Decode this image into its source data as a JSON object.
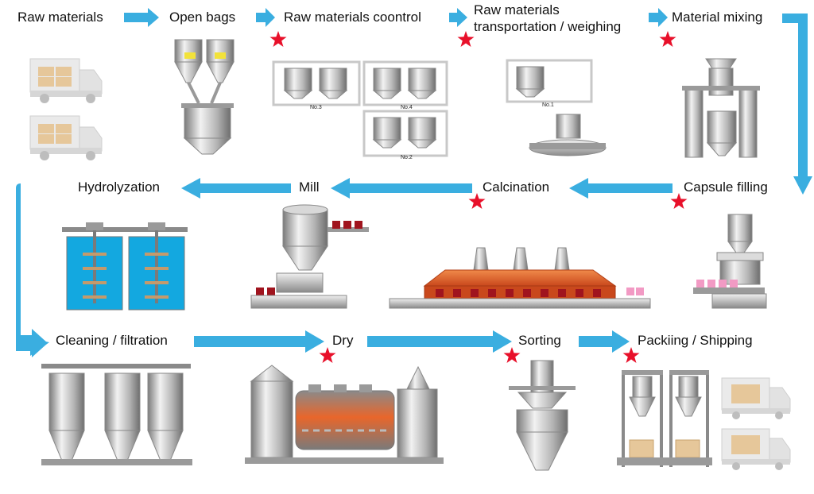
{
  "colors": {
    "arrow": "#3aaee0",
    "star": "#e8102a",
    "steel_light": "#e8e8e8",
    "steel_mid": "#a9a9a9",
    "steel_dark": "#6e6e6e",
    "tank_water": "#13a8e0",
    "kiln_orange": "#e8662b",
    "brick": "#a0141e",
    "capsule_pink": "#f29ac4",
    "box_tan": "#e6c79a"
  },
  "steps": {
    "raw_materials": "Raw materials",
    "open_bags": "Open bags",
    "raw_materials_control": "Raw materials coontrol",
    "transport_line1": "Raw materials",
    "transport_line2": "transportation / weighing",
    "material_mixing": "Material mixing",
    "capsule_filling": "Capsule filling",
    "calcination": "Calcination",
    "mill": "Mill",
    "hydrolyzation": "Hydrolyzation",
    "cleaning_filtration": "Cleaning / filtration",
    "dry": "Dry",
    "sorting": "Sorting",
    "packing_shipping": "Packiing / Shipping"
  },
  "equipment_tags": {
    "no1": "No.1",
    "no2": "No.2",
    "no3": "No.3",
    "no4": "No.4"
  },
  "icons": {
    "flow_arrow": "arrow-right-icon",
    "quality_point": "red-star-icon"
  }
}
